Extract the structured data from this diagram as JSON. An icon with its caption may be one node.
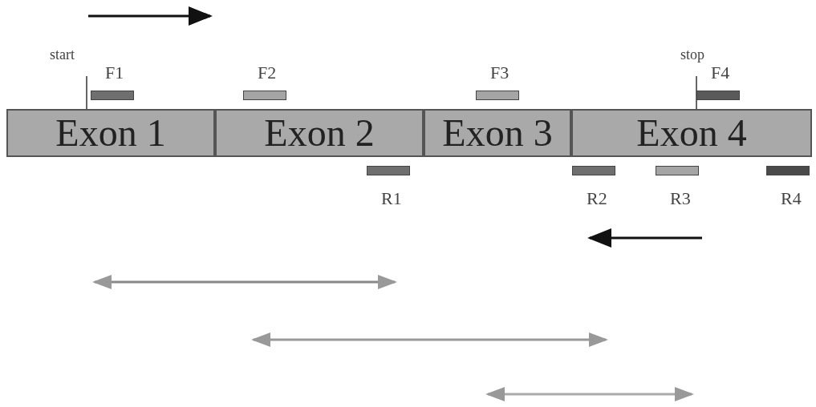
{
  "diagram": {
    "nodes": [
      {
        "text": [
          "Exon 1"
        ]
      },
      {
        "text": [
          "Exon 2"
        ]
      },
      {
        "text": [
          "Exon 3"
        ]
      },
      {
        "text": [
          "Exon 4"
        ]
      },
      {
        "text": [
          "F1"
        ]
      },
      {
        "text": [
          "F2"
        ]
      },
      {
        "text": [
          "F3"
        ]
      },
      {
        "text": [
          "F4"
        ]
      },
      {
        "text": [
          "R1"
        ]
      },
      {
        "text": [
          "R2"
        ]
      },
      {
        "text": [
          "R3"
        ]
      },
      {
        "text": [
          "R4"
        ]
      }
    ],
    "edges": [],
    "labels": [
      "start",
      "stop"
    ]
  }
}
